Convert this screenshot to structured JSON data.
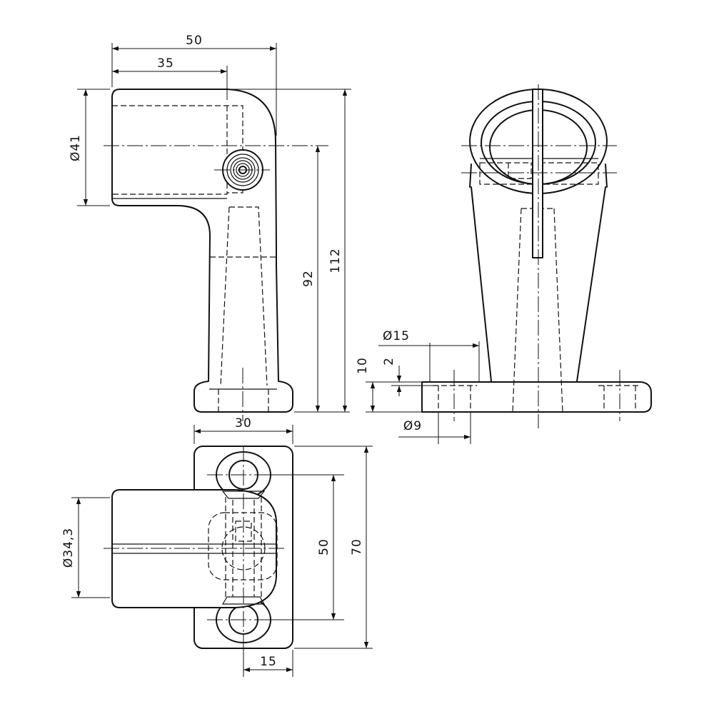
{
  "dimensions": {
    "width_50": "50",
    "width_35": "35",
    "dia_41": "Ø41",
    "height_92": "92",
    "height_112": "112",
    "base_30": "30",
    "dia_34_3": "Ø34,3",
    "spacing_50": "50",
    "length_70": "70",
    "offset_15": "15",
    "dia_15": "Ø15",
    "thick_10": "10",
    "depth_2": "2",
    "dia_9": "Ø9"
  },
  "colors": {
    "line": "#111111",
    "background": "#ffffff"
  }
}
